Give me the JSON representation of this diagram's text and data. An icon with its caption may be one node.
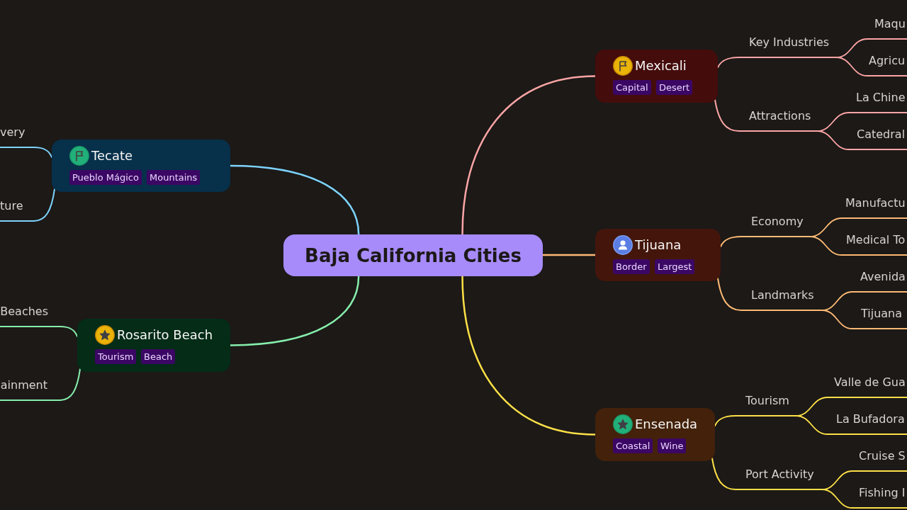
{
  "diagram": {
    "nodes": [
      {
        "text": [
          "Baja California Cities"
        ]
      },
      {
        "text": [
          "Mexicali"
        ]
      },
      {
        "text": [
          "Capital"
        ],
        "in": 1
      },
      {
        "text": [
          "Desert"
        ],
        "in": 1
      },
      {
        "text": [
          "Tijuana"
        ]
      },
      {
        "text": [
          "Border"
        ],
        "in": 4
      },
      {
        "text": [
          "Largest"
        ],
        "in": 4
      },
      {
        "text": [
          "Ensenada"
        ]
      },
      {
        "text": [
          "Coastal"
        ],
        "in": 7
      },
      {
        "text": [
          "Wine"
        ],
        "in": 7
      },
      {
        "text": [
          "Tecate"
        ]
      },
      {
        "text": [
          "Pueblo Mágico"
        ],
        "in": 10
      },
      {
        "text": [
          "Mountains"
        ],
        "in": 10
      },
      {
        "text": [
          "Rosarito Beach"
        ]
      },
      {
        "text": [
          "Tourism"
        ],
        "in": 13
      },
      {
        "text": [
          "Beach"
        ],
        "in": 13
      },
      {
        "text": [
          "Key Industries"
        ]
      },
      {
        "text": [
          "Attractions"
        ]
      },
      {
        "text": [
          "Economy"
        ]
      },
      {
        "text": [
          "Landmarks"
        ]
      },
      {
        "text": [
          "Tourism"
        ]
      },
      {
        "text": [
          "Port Activity"
        ]
      },
      {
        "text": [
          "very"
        ]
      },
      {
        "text": [
          "ture"
        ]
      },
      {
        "text": [
          "Beaches"
        ]
      },
      {
        "text": [
          "ainment"
        ]
      },
      {
        "text": [
          "Maqu"
        ]
      },
      {
        "text": [
          "Agricu"
        ]
      },
      {
        "text": [
          "La Chine"
        ]
      },
      {
        "text": [
          "Catedral"
        ]
      },
      {
        "text": [
          "Manufactu"
        ]
      },
      {
        "text": [
          "Medical To"
        ]
      },
      {
        "text": [
          "Avenida"
        ]
      },
      {
        "text": [
          "Tijuana"
        ]
      },
      {
        "text": [
          "Valle de Gua"
        ]
      },
      {
        "text": [
          "La Bufadora"
        ]
      },
      {
        "text": [
          "Cruise S"
        ]
      },
      {
        "text": [
          "Fishing I"
        ]
      }
    ],
    "edges": [
      {
        "from": 0,
        "to": 1,
        "arrow": "none",
        "color": "#fca5a5"
      },
      {
        "from": 0,
        "to": 4,
        "arrow": "none",
        "color": "#fdba74"
      },
      {
        "from": 0,
        "to": 7,
        "arrow": "none",
        "color": "#fde047"
      },
      {
        "from": 0,
        "to": 10,
        "arrow": "none",
        "color": "#7dd3fc"
      },
      {
        "from": 0,
        "to": 13,
        "arrow": "none",
        "color": "#86efac"
      },
      {
        "from": 1,
        "to": 16,
        "arrow": "none",
        "color": "#fca5a5"
      },
      {
        "from": 1,
        "to": 17,
        "arrow": "none",
        "color": "#fca5a5"
      },
      {
        "from": 4,
        "to": 18,
        "arrow": "none",
        "color": "#fdba74"
      },
      {
        "from": 4,
        "to": 19,
        "arrow": "none",
        "color": "#fdba74"
      },
      {
        "from": 7,
        "to": 20,
        "arrow": "none",
        "color": "#fde047"
      },
      {
        "from": 7,
        "to": 21,
        "arrow": "none",
        "color": "#fde047"
      },
      {
        "from": 10,
        "to": 22,
        "arrow": "none",
        "color": "#7dd3fc"
      },
      {
        "from": 10,
        "to": 23,
        "arrow": "none",
        "color": "#7dd3fc"
      },
      {
        "from": 13,
        "to": 24,
        "arrow": "none",
        "color": "#86efac"
      },
      {
        "from": 13,
        "to": 25,
        "arrow": "none",
        "color": "#86efac"
      },
      {
        "from": 16,
        "to": 26,
        "arrow": "none",
        "color": "#fca5a5"
      },
      {
        "from": 16,
        "to": 27,
        "arrow": "none",
        "color": "#fca5a5"
      },
      {
        "from": 17,
        "to": 28,
        "arrow": "none",
        "color": "#fca5a5"
      },
      {
        "from": 17,
        "to": 29,
        "arrow": "none",
        "color": "#fca5a5"
      },
      {
        "from": 18,
        "to": 30,
        "arrow": "none",
        "color": "#fdba74"
      },
      {
        "from": 18,
        "to": 31,
        "arrow": "none",
        "color": "#fdba74"
      },
      {
        "from": 19,
        "to": 32,
        "arrow": "none",
        "color": "#fdba74"
      },
      {
        "from": 19,
        "to": 33,
        "arrow": "none",
        "color": "#fdba74"
      },
      {
        "from": 20,
        "to": 34,
        "arrow": "none",
        "color": "#fde047"
      },
      {
        "from": 20,
        "to": 35,
        "arrow": "none",
        "color": "#fde047"
      },
      {
        "from": 21,
        "to": 36,
        "arrow": "none",
        "color": "#fde047"
      },
      {
        "from": 21,
        "to": 37,
        "arrow": "none",
        "color": "#fde047"
      }
    ]
  }
}
